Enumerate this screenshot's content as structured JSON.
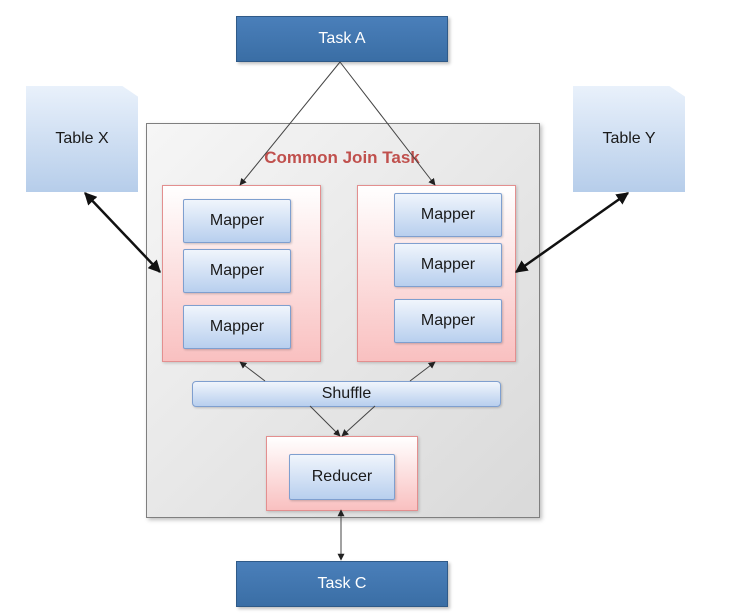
{
  "nodes": {
    "task_a": "Task A",
    "task_c": "Task C",
    "table_x": "Table X",
    "table_y": "Table Y",
    "join_title": "Common Join Task",
    "left_mappers": [
      "Mapper",
      "Mapper",
      "Mapper"
    ],
    "right_mappers": [
      "Mapper",
      "Mapper",
      "Mapper"
    ],
    "shuffle": "Shuffle",
    "reducer": "Reducer"
  },
  "edges": [
    {
      "from": "Task A",
      "to": "Left mapper group",
      "style": "single-arrow"
    },
    {
      "from": "Task A",
      "to": "Right mapper group",
      "style": "single-arrow"
    },
    {
      "from": "Table X",
      "to": "Left mapper group",
      "style": "double-arrow"
    },
    {
      "from": "Table Y",
      "to": "Right mapper group",
      "style": "double-arrow"
    },
    {
      "from": "Shuffle",
      "to": "Left mapper group",
      "style": "single-arrow"
    },
    {
      "from": "Shuffle",
      "to": "Right mapper group",
      "style": "single-arrow"
    },
    {
      "from": "Shuffle",
      "to": "Reducer group",
      "style": "single-arrow"
    },
    {
      "from": "Reducer group",
      "to": "Task C",
      "style": "double-arrow"
    }
  ],
  "colors": {
    "task_fill": "#3a6ea5",
    "title_red": "#c0504d",
    "pink_fill": "#f9c0c0",
    "blue_fill": "#b8cfee",
    "container_fill": "#d9d9d9"
  }
}
